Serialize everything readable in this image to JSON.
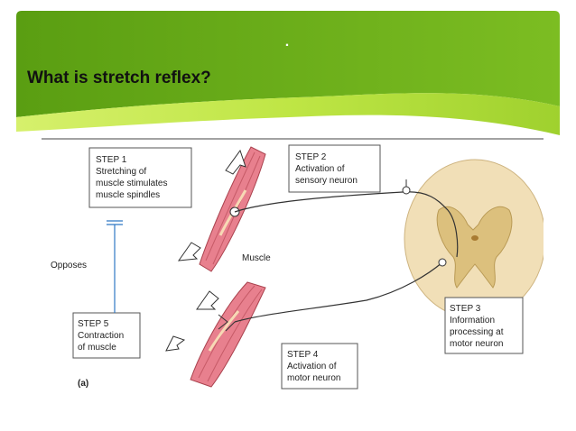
{
  "slide": {
    "marker": ".",
    "title": "What is stretch reflex?"
  },
  "diagram": {
    "step1": [
      "STEP 1",
      "Stretching of",
      "muscle stimulates",
      "muscle spindles"
    ],
    "step2": [
      "STEP 2",
      "Activation of",
      "sensory neuron"
    ],
    "step3": [
      "STEP 3",
      "Information",
      "processing at",
      "motor neuron"
    ],
    "step4": [
      "STEP 4",
      "Activation of",
      "motor neuron"
    ],
    "step5": [
      "STEP 5",
      "Contraction",
      "of muscle"
    ],
    "opposes_label": "Opposes",
    "muscle_label": "Muscle",
    "panel_label": "(a)"
  },
  "colors": {
    "banner_dark": "#5a9e12",
    "banner_light": "#bfe645",
    "muscle": "#e8808e",
    "spinal_cord": "#f1dfb7",
    "grey_matter": "#dcc07d"
  }
}
